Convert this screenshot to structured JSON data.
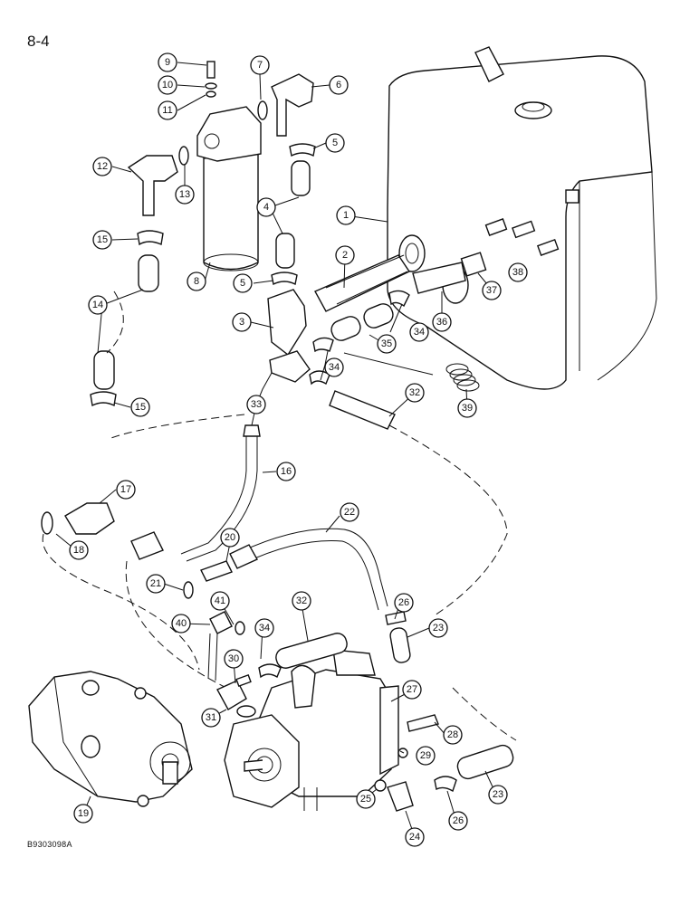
{
  "page_label": "8-4",
  "figure_code": "B9303098A",
  "callouts": [
    "1",
    "2",
    "3",
    "4",
    "5",
    "6",
    "7",
    "8",
    "9",
    "10",
    "11",
    "12",
    "13",
    "14",
    "15",
    "16",
    "17",
    "18",
    "19",
    "20",
    "21",
    "22",
    "23",
    "24",
    "25",
    "26",
    "27",
    "28",
    "29",
    "30",
    "31",
    "32",
    "33",
    "34",
    "35",
    "36",
    "37",
    "38",
    "39",
    "40",
    "41"
  ],
  "colors": {
    "ink": "#111111",
    "paper": "#ffffff"
  }
}
